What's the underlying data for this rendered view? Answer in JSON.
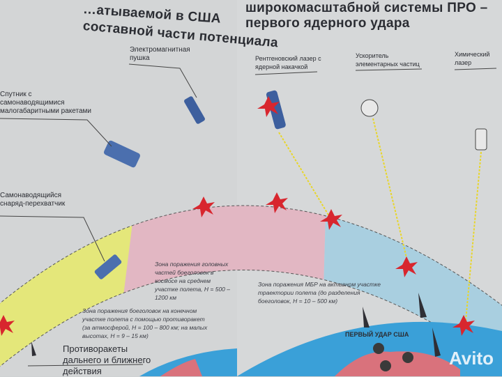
{
  "left_page": {
    "title_line1": "…атываемой в США",
    "title_line2": "составной части потенциала",
    "labels": {
      "railgun": "Электромагнитная пушка",
      "satellite": "Спутник с самонаводящимися малогабаритными ракетами",
      "interceptor": "Самонаводящийся снаряд-перехватчик",
      "missiles": "Противоракеты дальнего и ближнего действия"
    },
    "zones": {
      "midcourse": "Зона поражения головных частей боеголовок в космосе на среднем участке полета, H = 500 – 1200 км",
      "terminal": "Зона поражения боеголовок на конечном участке полета с помощью противоракет (за атмосферой, H = 100 – 800 км; на малых высотах, H = 9 – 15 км)"
    }
  },
  "right_page": {
    "title_line1": "широкомасштабной системы ПРО –",
    "title_line2": "первого ядерного удара",
    "labels": {
      "xray_laser": "Рентгеновский лазер с ядерной накачкой",
      "accelerator": "Ускоритель элементарных частиц",
      "chem_laser": "Химический лазер",
      "first_strike": "ПЕРВЫЙ УДАР США"
    },
    "zones": {
      "boost": "Зона поражения МБР на активном участке траектории полета (до разделения боеголовок, H = 10 – 500 км)"
    }
  },
  "watermark": "Avito",
  "colors": {
    "yellow_zone": "#e4e77a",
    "pink_zone": "#e2b7c3",
    "blue_zone": "#a9cfe0",
    "burst": "#d8262e",
    "ocean": "#3aa0d8",
    "land": "#d9727c"
  }
}
